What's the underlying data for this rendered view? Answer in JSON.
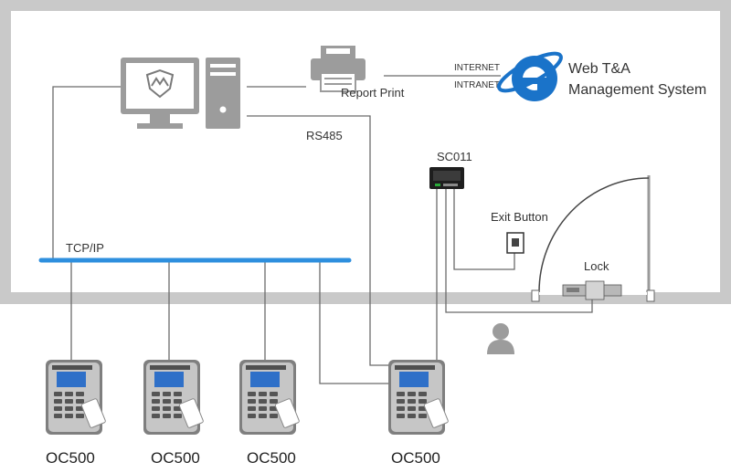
{
  "labels": {
    "report_print": "Report Print",
    "internet": "INTERNET",
    "intranet": "INTRANET",
    "web_line1": "Web T&A",
    "web_line2": "Management System",
    "rs485": "RS485",
    "sc011": "SC011",
    "exit_button": "Exit Button",
    "lock": "Lock",
    "tcpip": "TCP/IP",
    "terminals": [
      "OC500",
      "OC500",
      "OC500",
      "OC500"
    ]
  },
  "colors": {
    "frame": "#c9c9c9",
    "line": "#6b6b6b",
    "bus": "#2e8fde",
    "ie_blue": "#1a73c9",
    "device_gray": "#9c9c9c"
  },
  "icons": {
    "pc_logo": "monitor-logo-icon",
    "printer": "printer-icon",
    "browser": "ie-logo-icon",
    "person": "person-icon"
  }
}
